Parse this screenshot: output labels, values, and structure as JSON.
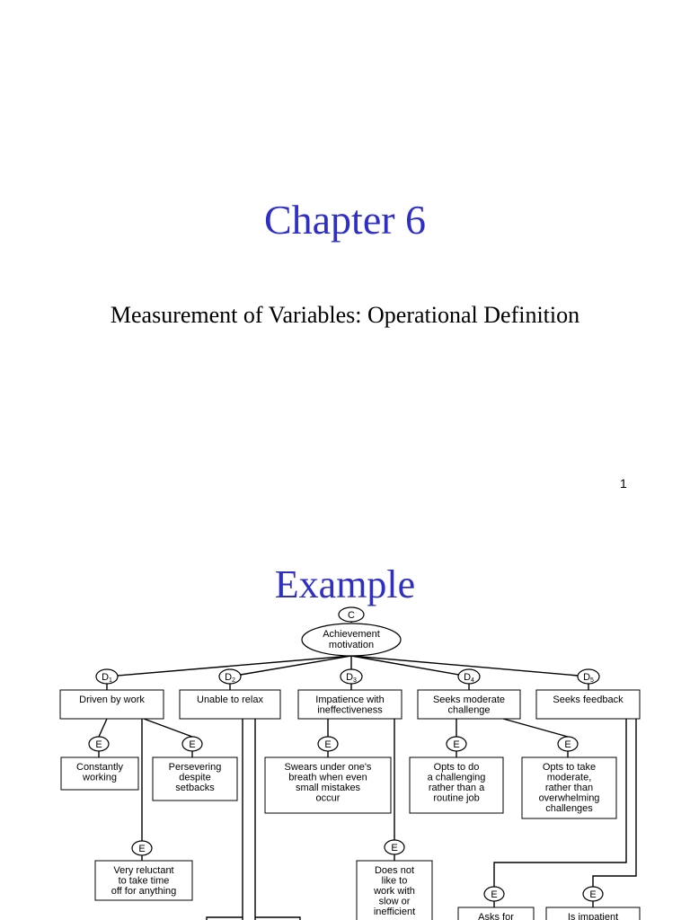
{
  "slide1": {
    "title": "Chapter 6",
    "subtitle": "Measurement of Variables: Operational Definition",
    "page_number": "1"
  },
  "slide2": {
    "title": "Example",
    "colors": {
      "title": "#2f2fc8",
      "line": "#000000"
    },
    "concept": {
      "marker": "C",
      "label": [
        "Achievement",
        "motivation"
      ]
    },
    "dimensions": [
      {
        "id": "d1",
        "marker": "D",
        "sub": "1",
        "label": [
          "Driven by work"
        ]
      },
      {
        "id": "d2",
        "marker": "D",
        "sub": "2",
        "label": [
          "Unable to relax"
        ]
      },
      {
        "id": "d3",
        "marker": "D",
        "sub": "3",
        "label": [
          "Impatience with",
          "ineffectiveness"
        ]
      },
      {
        "id": "d4",
        "marker": "D",
        "sub": "4",
        "label": [
          "Seeks moderate",
          "challenge"
        ]
      },
      {
        "id": "d5",
        "marker": "D",
        "sub": "5",
        "label": [
          "Seeks feedback"
        ]
      }
    ],
    "elements": [
      {
        "id": "e1",
        "marker": "E",
        "label": [
          "Constantly",
          "working"
        ]
      },
      {
        "id": "e2",
        "marker": "E",
        "label": [
          "Persevering",
          "despite",
          "setbacks"
        ]
      },
      {
        "id": "e3",
        "marker": "E",
        "label": [
          "Swears under one's",
          "breath when even",
          "small mistakes",
          "occur"
        ]
      },
      {
        "id": "e4",
        "marker": "E",
        "label": [
          "Opts to do",
          "a challenging",
          "rather than a",
          "routine job"
        ]
      },
      {
        "id": "e5",
        "marker": "E",
        "label": [
          "Opts to take",
          "moderate,",
          "rather than",
          "overwhelming",
          "challenges"
        ]
      },
      {
        "id": "e6",
        "marker": "E",
        "label": [
          "Very reluctant",
          "to take time",
          "off for anything"
        ]
      },
      {
        "id": "e7",
        "marker": "E",
        "label": [
          "Does not",
          "like to",
          "work with",
          "slow or",
          "inefficient"
        ]
      },
      {
        "id": "e8",
        "marker": "E",
        "label": [
          "Asks for"
        ]
      },
      {
        "id": "e9",
        "marker": "E",
        "label": [
          "Is impatient"
        ]
      }
    ]
  }
}
